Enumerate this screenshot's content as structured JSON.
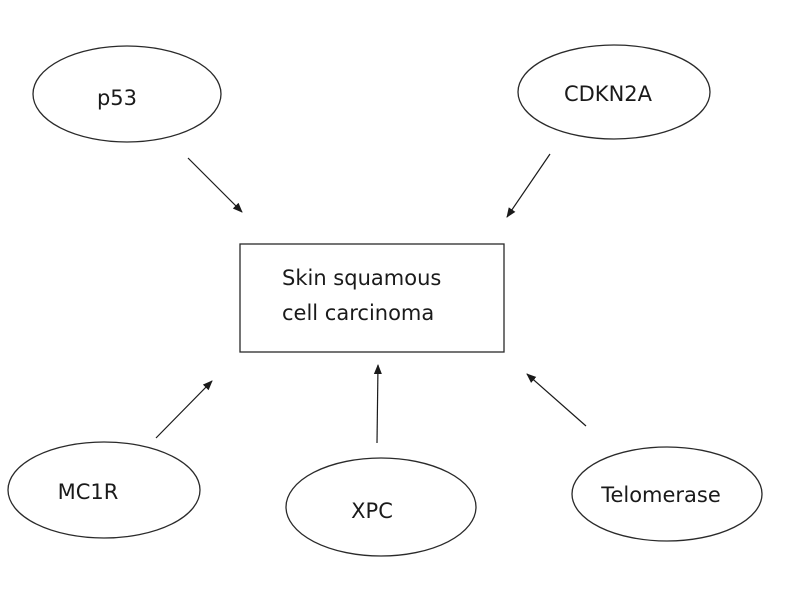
{
  "diagram": {
    "center": {
      "line1": "Skin squamous",
      "line2": "cell carcinoma"
    },
    "nodes": {
      "p53": "p53",
      "cdkn2a": "CDKN2A",
      "mc1r": "MC1R",
      "xpc": "XPC",
      "telomerase": "Telomerase"
    }
  }
}
